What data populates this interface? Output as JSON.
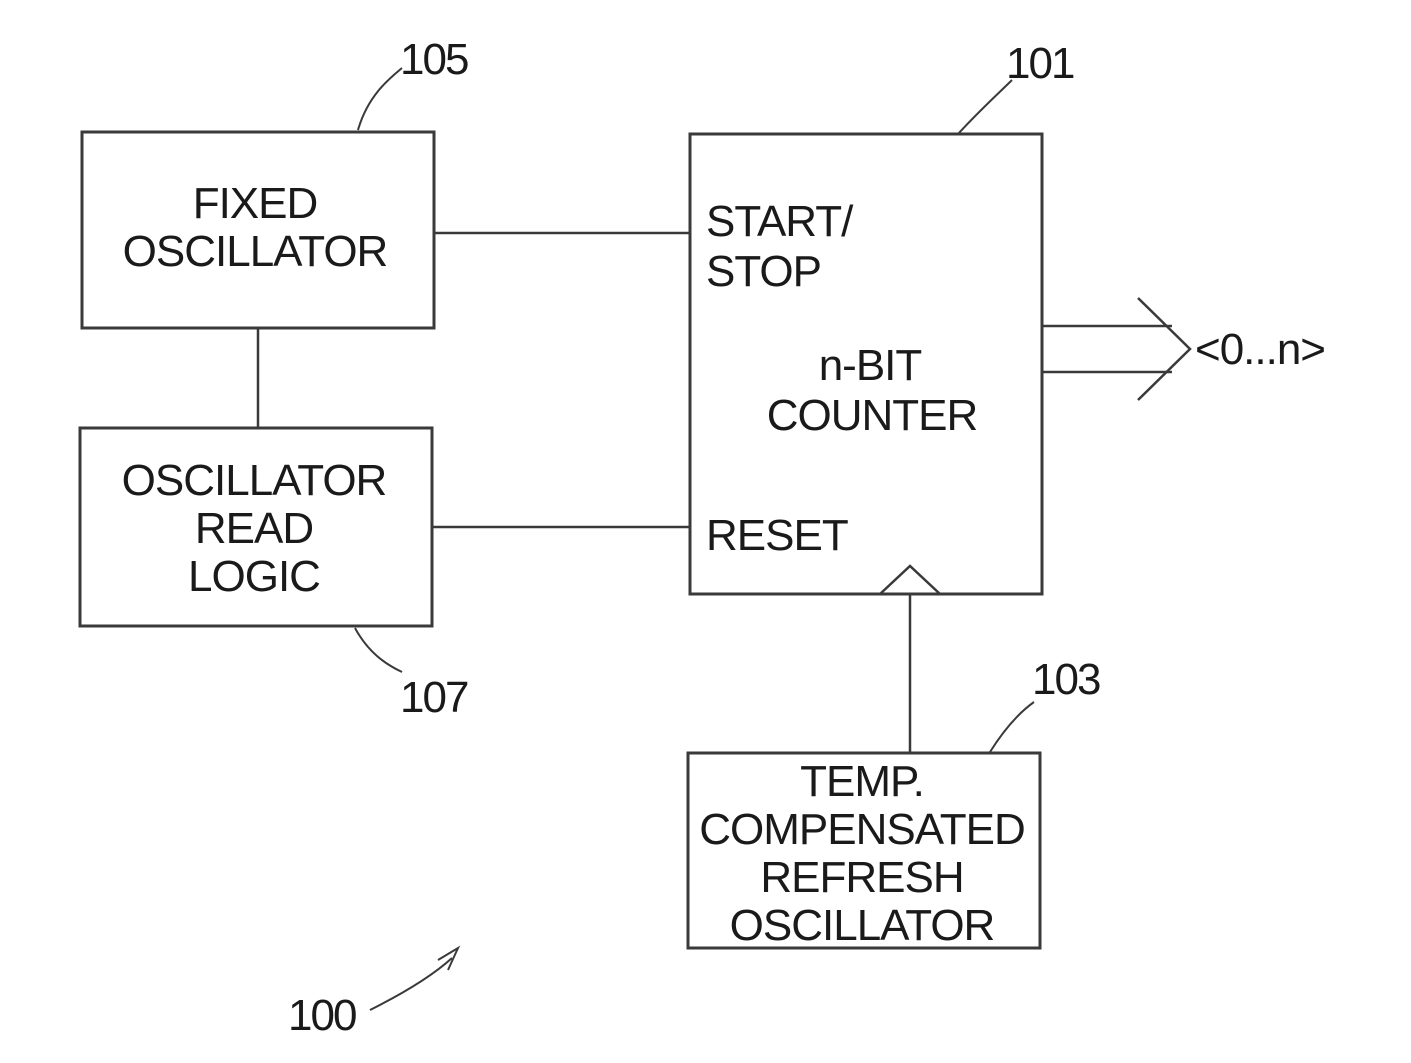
{
  "blocks": {
    "fixed_oscillator": {
      "ref": "105",
      "lines": [
        "FIXED",
        "OSCILLATOR"
      ]
    },
    "oscillator_read_logic": {
      "ref": "107",
      "lines": [
        "OSCILLATOR",
        "READ",
        "LOGIC"
      ]
    },
    "counter": {
      "ref": "101",
      "start_stop": [
        "START/",
        "STOP"
      ],
      "title": [
        "n-BIT",
        "COUNTER"
      ],
      "reset": "RESET"
    },
    "refresh_oscillator": {
      "ref": "103",
      "lines": [
        "TEMP.",
        "COMPENSATED",
        "REFRESH",
        "OSCILLATOR"
      ]
    }
  },
  "output_label": "<0...n>",
  "figure_ref": "100"
}
